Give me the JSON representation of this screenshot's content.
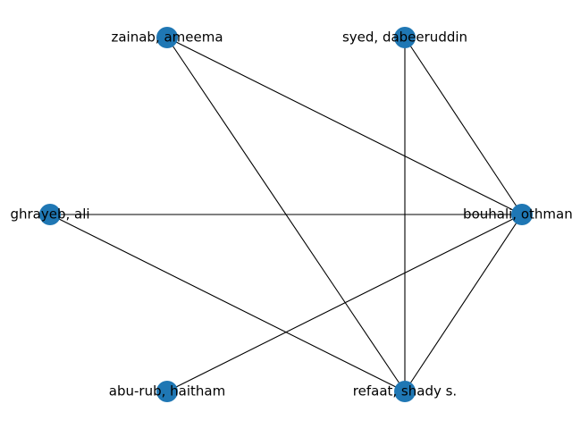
{
  "graph": {
    "node_color": "#1f77b4",
    "edge_color": "#000000",
    "nodes": [
      {
        "id": "zainab",
        "label": "zainab, ameema"
      },
      {
        "id": "syed",
        "label": "syed, dabeeruddin"
      },
      {
        "id": "ghrayeb",
        "label": "ghrayeb, ali"
      },
      {
        "id": "bouhali",
        "label": "bouhali, othmane"
      },
      {
        "id": "aburub",
        "label": "abu-rub, haitham"
      },
      {
        "id": "refaat",
        "label": "refaat, shady s."
      }
    ],
    "edges": [
      [
        "zainab",
        "bouhali"
      ],
      [
        "zainab",
        "refaat"
      ],
      [
        "syed",
        "bouhali"
      ],
      [
        "syed",
        "refaat"
      ],
      [
        "ghrayeb",
        "bouhali"
      ],
      [
        "ghrayeb",
        "refaat"
      ],
      [
        "bouhali",
        "aburub"
      ],
      [
        "bouhali",
        "refaat"
      ]
    ]
  }
}
